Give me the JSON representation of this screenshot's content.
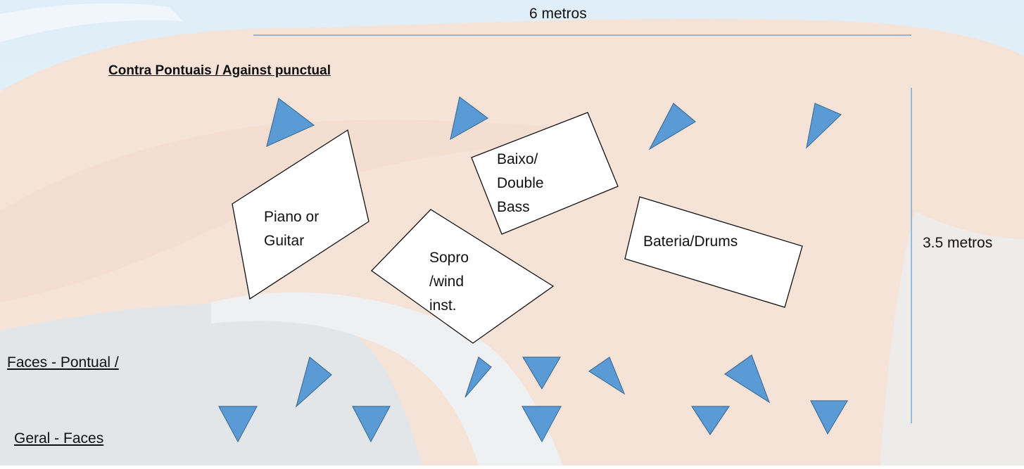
{
  "dimensions": {
    "width_label": "6 metros",
    "depth_label": "3.5 metros"
  },
  "rows": {
    "back_row_label": "Contra Pontuais /  Against punctual",
    "front_row_label": "Faces - Pontual /",
    "general_label": "Geral - Faces"
  },
  "instruments": {
    "piano": "Piano or Guitar",
    "bass": "Baixo/ Double Bass",
    "wind": "Sopro /wind inst.",
    "drums": "Bateria/Drums"
  },
  "colors": {
    "light_fill": "#5b9bd5",
    "light_stroke": "#41719c",
    "dimension_line": "#5b9bd5"
  },
  "icons": {
    "light": "triangle-spotlight-icon"
  }
}
